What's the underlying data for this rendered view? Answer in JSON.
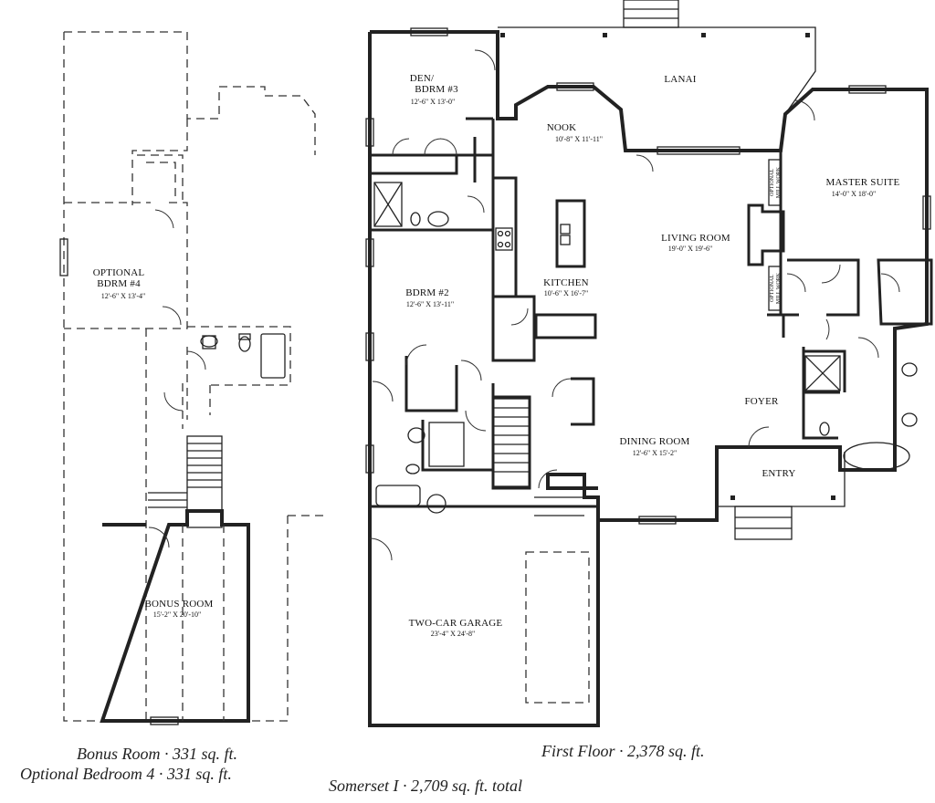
{
  "captions": {
    "bonus_room": "Bonus Room  ·  331 sq. ft.",
    "optional_bedroom": "Optional Bedroom 4  ·  331 sq. ft.",
    "first_floor": "First Floor  ·  2,378 sq. ft.",
    "total": "Somerset I  ·  2,709 sq. ft. total"
  },
  "rooms": {
    "den_name_1": "DEN/",
    "den_name_2": "BDRM #3",
    "den_dim": "12'-6\" X 13'-0\"",
    "lanai": "LANAI",
    "nook_name": "NOOK",
    "nook_dim": "10'-8\" X 11'-11\"",
    "master_name": "MASTER SUITE",
    "master_dim": "14'-0\" X 18'-0\"",
    "living_name": "LIVING ROOM",
    "living_dim": "19'-0\" X 19'-6\"",
    "kitchen_name": "KITCHEN",
    "kitchen_dim": "10'-6\" X 16'-7\"",
    "bdrm2_name": "BDRM #2",
    "bdrm2_dim": "12'-6\" X 13'-11\"",
    "foyer": "FOYER",
    "dining_name": "DINING ROOM",
    "dining_dim": "12'-6\" X 15'-2\"",
    "entry": "ENTRY",
    "garage_name": "TWO-CAR GARAGE",
    "garage_dim": "23'-4\" X 24'-8\"",
    "optional_millwork_1": "OPTIONAL",
    "optional_millwork_2": "MILL WORK",
    "opt_bdrm_name_1": "OPTIONAL",
    "opt_bdrm_name_2": "BDRM #4",
    "opt_bdrm_dim": "12'-6\" X 13'-4\"",
    "bonus_name": "BONUS ROOM",
    "bonus_dim": "15'-2\" X 20'-10\""
  }
}
